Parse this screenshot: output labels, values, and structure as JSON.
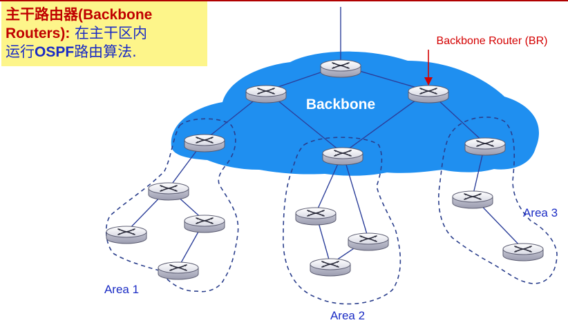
{
  "callout": {
    "title_cn": "主干路由器",
    "title_en": "(Backbone Routers):",
    "desc_1": " 在主干区内",
    "desc_2a": "运行",
    "desc_2b": "OSPF",
    "desc_2c": "路由算法."
  },
  "labels": {
    "backbone": "Backbone",
    "br_annotation": "Backbone Router (BR)",
    "area1": "Area 1",
    "area2": "Area 2",
    "area3": "Area 3"
  },
  "colors": {
    "backbone_fill": "#1f8ff0",
    "area_line": "#2a3e8c",
    "link": "#2c3f9a",
    "annotation": "#d40000",
    "label": "#1a2bc4",
    "callout_bg": "#fdf58a"
  },
  "icons": {
    "router": "router-icon"
  }
}
